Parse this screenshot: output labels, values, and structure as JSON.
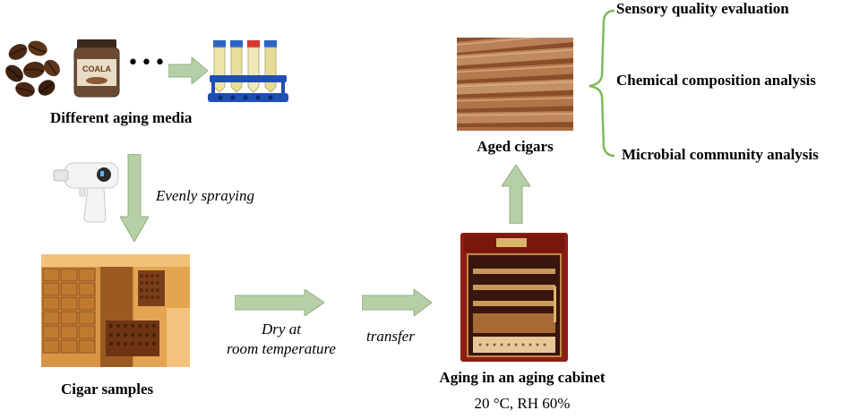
{
  "media": {
    "dots": "•••",
    "jar_label": "COALA",
    "title": "Different aging media"
  },
  "steps": {
    "spraying": "Evenly spraying",
    "samples": "Cigar samples",
    "dry_line1": "Dry at",
    "dry_line2": "room temperature",
    "transfer": "transfer",
    "cabinet_title": "Aging in an aging cabinet",
    "cabinet_conditions": "20 °C, RH 60%",
    "aged": "Aged cigars"
  },
  "analyses": [
    "Sensory quality evaluation",
    "Chemical composition analysis",
    "Microbial community analysis"
  ],
  "colors": {
    "arrow_fill": "#b7cfa6",
    "arrow_edge": "#8fb07c",
    "bracket": "#7dbb5a",
    "cabinet": "#8e1e12",
    "wood": "#c98a3a",
    "cigar": "#b57a4e"
  }
}
